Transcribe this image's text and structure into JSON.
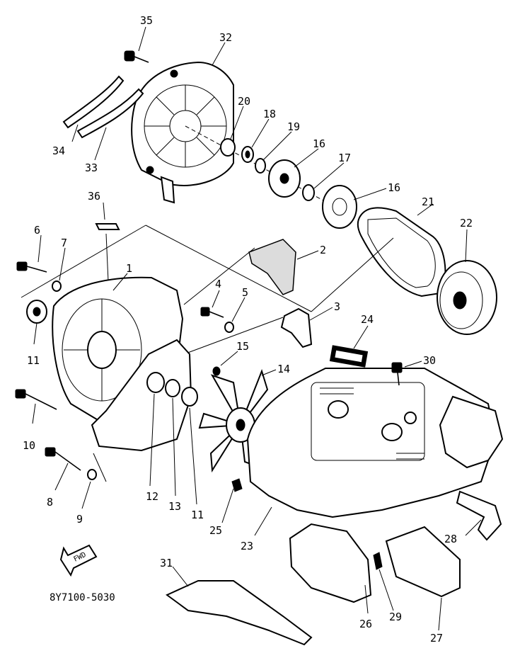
{
  "diagram": {
    "code": "8Y7100-5030",
    "fwd_label": "FWD",
    "callouts": [
      "35",
      "32",
      "20",
      "18",
      "19",
      "16",
      "17",
      "16",
      "34",
      "33",
      "36",
      "21",
      "22",
      "6",
      "7",
      "1",
      "2",
      "4",
      "5",
      "3",
      "24",
      "30",
      "11",
      "15",
      "14",
      "10",
      "12",
      "13",
      "11",
      "8",
      "9",
      "25",
      "23",
      "28",
      "31",
      "26",
      "29",
      "27"
    ]
  }
}
